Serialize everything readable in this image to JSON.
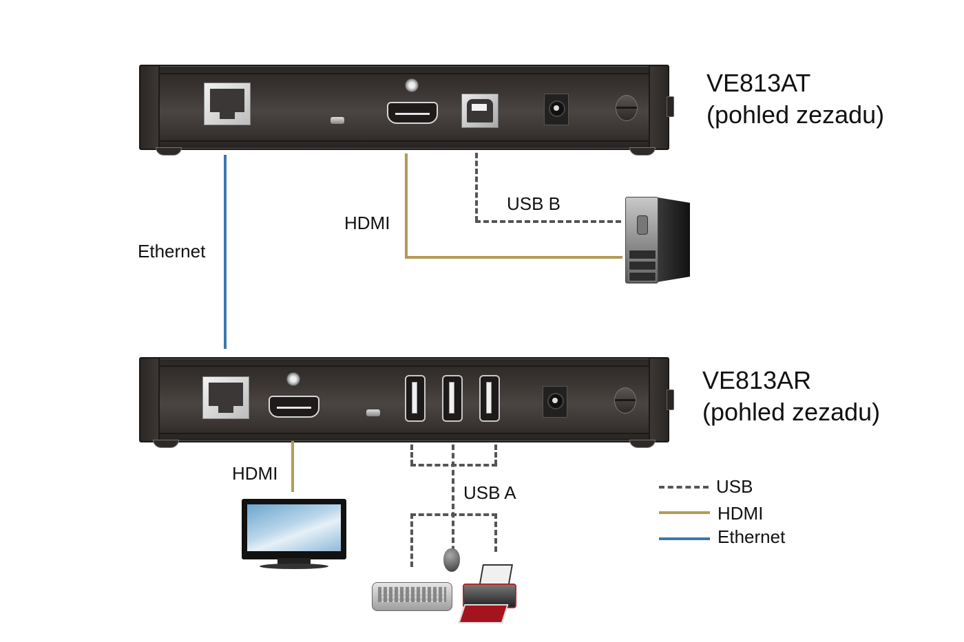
{
  "devices": {
    "transmitter": {
      "model": "VE813AT",
      "view": "(pohled zezadu)",
      "ports": [
        "Ethernet (RJ-45)",
        "LED",
        "HDMI",
        "USB B",
        "DC power",
        "Security lock"
      ]
    },
    "receiver": {
      "model": "VE813AR",
      "view": "(pohled zezadu)",
      "ports": [
        "Ethernet (RJ-45)",
        "HDMI",
        "LED",
        "USB A",
        "USB A",
        "USB A",
        "DC power",
        "Security lock"
      ]
    }
  },
  "connections": {
    "ethernet_label": "Ethernet",
    "tx_hdmi_label": "HDMI",
    "tx_usb_label": "USB B",
    "rx_hdmi_label": "HDMI",
    "rx_usb_label": "USB A"
  },
  "endpoints": {
    "source": "computer",
    "display": "monitor",
    "peripherals": [
      "keyboard",
      "mouse",
      "printer"
    ]
  },
  "legend": {
    "items": [
      {
        "label": "USB",
        "style": "dashed",
        "color": "#555555"
      },
      {
        "label": "HDMI",
        "style": "solid",
        "color": "#b39a55"
      },
      {
        "label": "Ethernet",
        "style": "solid",
        "color": "#3a78b0"
      }
    ]
  }
}
